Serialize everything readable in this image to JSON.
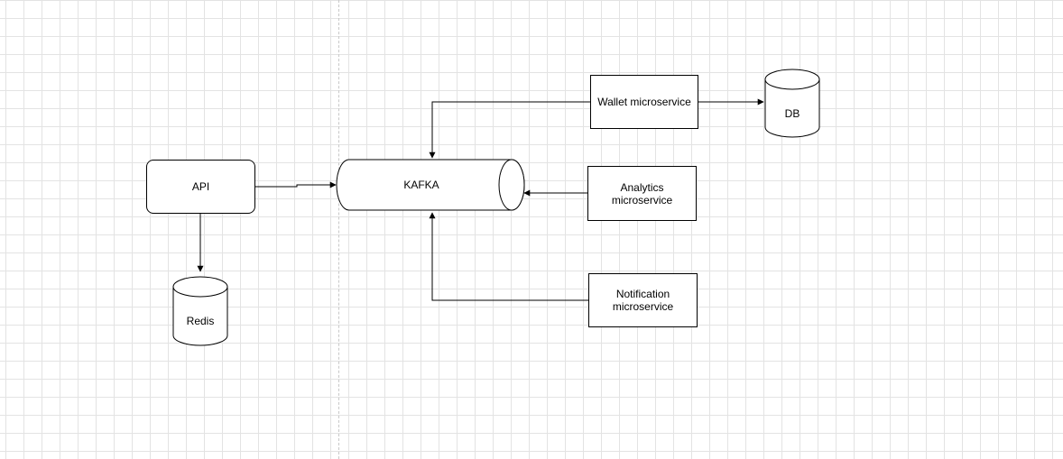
{
  "diagram": {
    "nodes": {
      "api": {
        "label": "API",
        "shape": "rounded-rectangle"
      },
      "redis": {
        "label": "Redis",
        "shape": "cylinder"
      },
      "kafka": {
        "label": "KAFKA",
        "shape": "horizontal-cylinder"
      },
      "wallet": {
        "label": "Wallet microservice",
        "shape": "rectangle"
      },
      "analytics": {
        "label": "Analytics\nmicroservice",
        "shape": "rectangle"
      },
      "notification": {
        "label": "Notification\nmicroservice",
        "shape": "rectangle"
      },
      "db": {
        "label": "DB",
        "shape": "cylinder"
      }
    },
    "edges": [
      {
        "from": "api",
        "to": "kafka"
      },
      {
        "from": "api",
        "to": "redis"
      },
      {
        "from": "wallet",
        "to": "kafka"
      },
      {
        "from": "wallet",
        "to": "db"
      },
      {
        "from": "analytics",
        "to": "kafka"
      },
      {
        "from": "notification",
        "to": "kafka"
      }
    ]
  },
  "colors": {
    "stroke": "#000000",
    "fill": "#ffffff",
    "grid": "#e3e3e3",
    "page_divider": "#c8c8c8"
  }
}
